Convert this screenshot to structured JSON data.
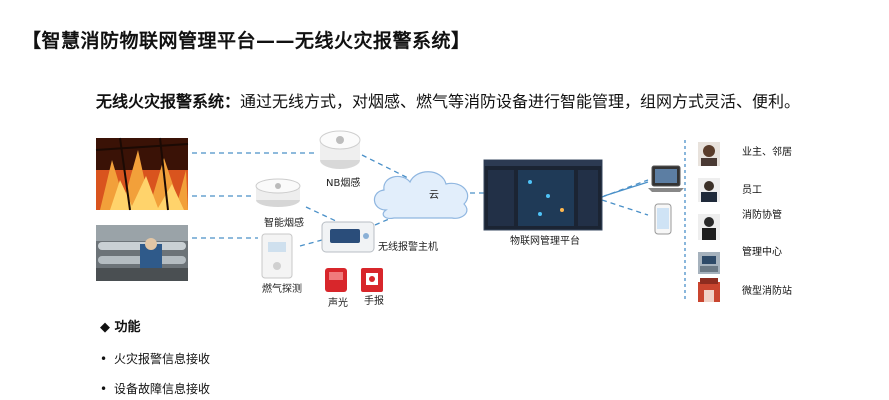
{
  "title": "【智慧消防物联网管理平台——无线火灾报警系统】",
  "intro": {
    "bold": "无线火灾报警系统：",
    "text": "通过无线方式，对烟感、燃气等消防设备进行智能管理，组网方式灵活、便利。"
  },
  "devices": {
    "nb_smoke": "NB烟感",
    "smart_smoke": "智能烟感",
    "gas_detector": "燃气探测",
    "wireless_host": "无线报警主机",
    "sound_light": "声光",
    "manual_alarm": "手报"
  },
  "cloud_label": "云",
  "platform_label": "物联网管理平台",
  "roles": [
    "业主、邻居",
    "员工",
    "消防协管",
    "管理中心",
    "微型消防站"
  ],
  "functions": {
    "heading": "功能",
    "items": [
      "火灾报警信息接收",
      "设备故障信息接收"
    ]
  },
  "colors": {
    "dashed_line": "#4a90c8",
    "fire": "#d9541e",
    "screen_bg": "#1b2433",
    "red_device": "#d8262b"
  }
}
